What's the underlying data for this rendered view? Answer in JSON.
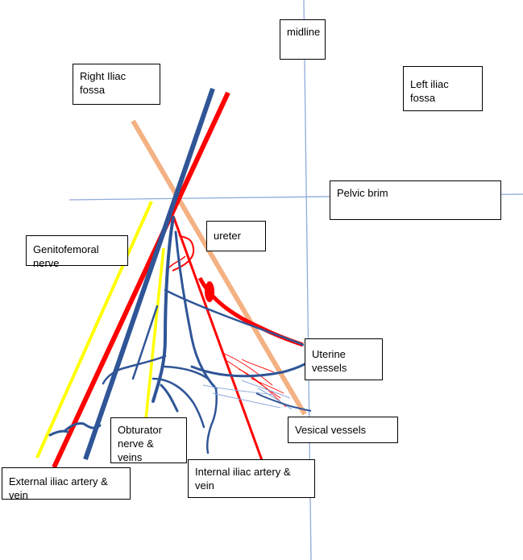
{
  "labels": {
    "midline": "midline",
    "right_iliac_fossa": "Right Iliac fossa",
    "left_iliac_fossa": "Left iliac fossa",
    "pelvic_brim": "Pelvic brim",
    "ureter": "ureter",
    "genitofemoral_nerve": "Genitofemoral nerve",
    "uterine_vessels": "Uterine vessels",
    "obturator": "Obturator\nnerve & veins",
    "vesical_vessels": "Vesical vessels",
    "external_iliac": "External iliac artery & vein",
    "internal_iliac": "Internal  iliac artery & vein"
  },
  "colors": {
    "artery": "#ff0000",
    "vein": "#2f5597",
    "nerve": "#ffff00",
    "ureter": "#f4b183",
    "reference_line": "#8eaadb",
    "thin_vein": "#8faadc"
  }
}
